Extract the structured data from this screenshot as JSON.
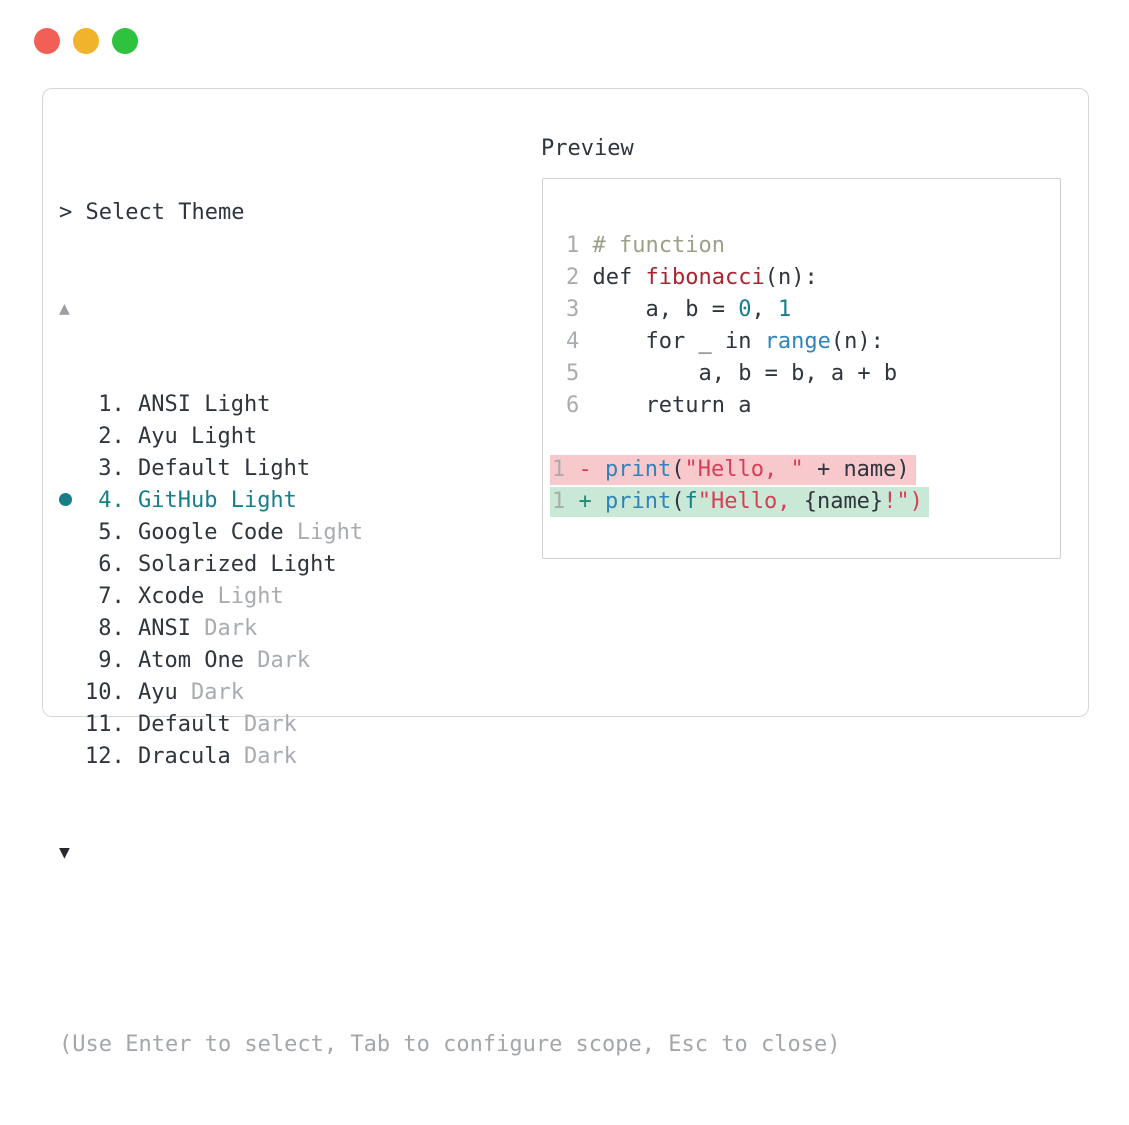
{
  "window": {
    "traffic_lights": [
      {
        "name": "close",
        "color": "#f15f57"
      },
      {
        "name": "minimize",
        "color": "#f2b32c"
      },
      {
        "name": "maximize",
        "color": "#2ec23e"
      }
    ]
  },
  "prompt": {
    "caret": ">",
    "title": "Select Theme"
  },
  "scroll": {
    "up_symbol": "▲",
    "down_symbol": "▼"
  },
  "theme_list": {
    "selected_number": 4,
    "items": [
      {
        "num": 1,
        "name": "ANSI Light",
        "dim": "",
        "selected": false
      },
      {
        "num": 2,
        "name": "Ayu Light",
        "dim": "",
        "selected": false
      },
      {
        "num": 3,
        "name": "Default Light",
        "dim": "",
        "selected": false
      },
      {
        "num": 4,
        "name": "GitHub Light",
        "dim": "",
        "selected": true
      },
      {
        "num": 5,
        "name": "Google Code",
        "dim": "Light",
        "selected": false
      },
      {
        "num": 6,
        "name": "Solarized Light",
        "dim": "",
        "selected": false
      },
      {
        "num": 7,
        "name": "Xcode",
        "dim": "Light",
        "selected": false
      },
      {
        "num": 8,
        "name": "ANSI",
        "dim": "Dark",
        "selected": false
      },
      {
        "num": 9,
        "name": "Atom One",
        "dim": "Dark",
        "selected": false
      },
      {
        "num": 10,
        "name": "Ayu",
        "dim": "Dark",
        "selected": false
      },
      {
        "num": 11,
        "name": "Default",
        "dim": "Dark",
        "selected": false
      },
      {
        "num": 12,
        "name": "Dracula",
        "dim": "Dark",
        "selected": false
      }
    ]
  },
  "preview": {
    "label": "Preview",
    "lines": [
      {
        "n": "1",
        "type": "code",
        "segs": [
          [
            "# function",
            "comment"
          ]
        ]
      },
      {
        "n": "2",
        "type": "code",
        "segs": [
          [
            "def ",
            "plain"
          ],
          [
            "fibonacci",
            "func"
          ],
          [
            "(n):",
            "plain"
          ]
        ]
      },
      {
        "n": "3",
        "type": "code",
        "segs": [
          [
            "    a, b = ",
            "plain"
          ],
          [
            "0",
            "number"
          ],
          [
            ", ",
            "plain"
          ],
          [
            "1",
            "number"
          ]
        ]
      },
      {
        "n": "4",
        "type": "code",
        "segs": [
          [
            "    for _ in ",
            "plain"
          ],
          [
            "range",
            "builtin"
          ],
          [
            "(n):",
            "plain"
          ]
        ]
      },
      {
        "n": "5",
        "type": "code",
        "segs": [
          [
            "        a, b = b, a + b",
            "plain"
          ]
        ]
      },
      {
        "n": "6",
        "type": "code",
        "segs": [
          [
            "    return a",
            "plain"
          ]
        ]
      },
      {
        "n": "",
        "type": "blank",
        "segs": []
      },
      {
        "n": "1",
        "type": "removed",
        "segs": [
          [
            "- ",
            "minus"
          ],
          [
            "print",
            "builtin"
          ],
          [
            "(",
            "plain"
          ],
          [
            "\"Hello, \"",
            "string"
          ],
          [
            " + name)",
            "plain"
          ]
        ]
      },
      {
        "n": "1",
        "type": "added",
        "segs": [
          [
            "+ ",
            "plus"
          ],
          [
            "print",
            "builtin"
          ],
          [
            "(",
            "plain"
          ],
          [
            "f",
            "fprefix"
          ],
          [
            "\"Hello, ",
            "string"
          ],
          [
            "{name}",
            "plain"
          ],
          [
            "!\")",
            "string"
          ]
        ]
      }
    ]
  },
  "hint": "(Use Enter to select, Tab to configure scope, Esc to close)",
  "colors": {
    "accent": "#157e89",
    "ink": "#2f353d",
    "dim": "#a8abaf",
    "hint": "#a4a7aa",
    "comment": "#9ba189",
    "func": "#a8262f",
    "builtin": "#2f84ba",
    "number": "#157e89",
    "string": "#d93d56",
    "minus": "#d23f55",
    "plus": "#1d8a74",
    "removedbg": "#f8c9cc",
    "addedbg": "#c9e8d6",
    "winborder": "#d6d6d6",
    "boxborder": "#cfcfcf",
    "scrollup": "#9a9da1",
    "scrolldown": "#26282b",
    "linenum": "#a8abaf",
    "dot_close": "#f15f57",
    "dot_minimize": "#f2b32c",
    "dot_maximize": "#2ec23e"
  }
}
